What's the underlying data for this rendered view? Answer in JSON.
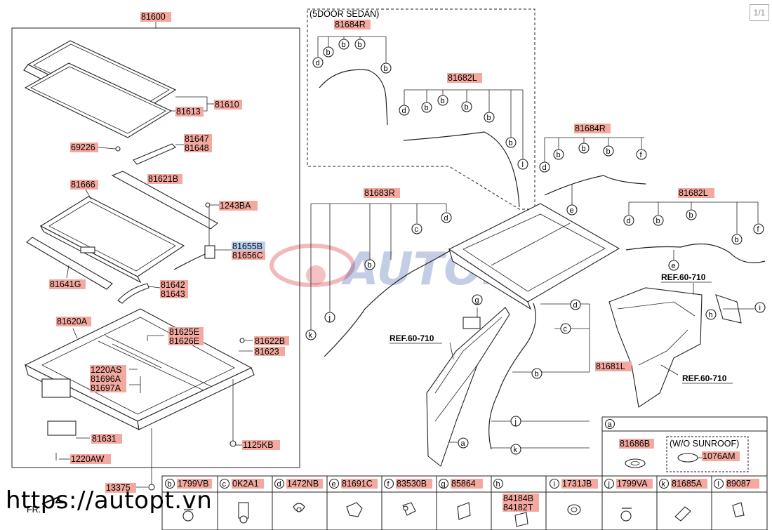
{
  "page_indicator": "1/1",
  "variant_label": "(5DOOR SEDAN)",
  "watermark": "AUTOPT",
  "site_url": "https://autopt.vn",
  "fr_label": "FR.",
  "parts": {
    "assembly": "81600",
    "glass": "81610",
    "seal": "81613",
    "screw_69226": "69226",
    "bracket_a": "81647",
    "bracket_b": "81648",
    "shade": "81666",
    "deflector": "81621B",
    "bolt_1243": "1243BA",
    "motor_a": "81655B",
    "motor_b": "81656C",
    "drain_seal": "81641G",
    "cable_a": "81642",
    "cable_b": "81643",
    "frame": "81620A",
    "rail_a": "81625E",
    "rail_b": "81626E",
    "clip_a": "81622B",
    "clip_b": "81623",
    "screw_1220": "1220AS",
    "nut_a": "81696A",
    "nut_b": "81697A",
    "drive": "81631",
    "bolt_1220aw": "1220AW",
    "bolt_1125": "1125KB",
    "grommet": "13375",
    "hose_sedan": "81684R",
    "hose_sedan_l": "81682L",
    "hose_r_front": "81684R",
    "hose_r_rear": "81683R",
    "hose_l_rear": "81682L",
    "hose_l_front": "81681L",
    "ref_a": "REF.60-710",
    "ref_b": "REF.60-710",
    "ref_c": "REF.60-710"
  },
  "legend": {
    "a_key": "a",
    "a_part": "81686B",
    "wo_label": "(W/O SUNROOF)",
    "wo_part": "1076AM",
    "items": [
      {
        "key": "b",
        "code": "1799VB"
      },
      {
        "key": "c",
        "code": "0K2A1"
      },
      {
        "key": "d",
        "code": "1472NB"
      },
      {
        "key": "e",
        "code": "81691C"
      },
      {
        "key": "f",
        "code": "83530B"
      },
      {
        "key": "g",
        "code": "85864"
      },
      {
        "key": "h",
        "code": "84184B",
        "code2": "84182T"
      },
      {
        "key": "i",
        "code": "1731JB"
      },
      {
        "key": "j",
        "code": "1799VA"
      },
      {
        "key": "k",
        "code": "81685A"
      },
      {
        "key": "l",
        "code": "89087"
      }
    ]
  },
  "colors": {
    "label_bg": "#f4a9a0",
    "highlight_bg": "#b9cff0",
    "watermark_blue": "#2a4ea8",
    "watermark_red": "#d9363e"
  }
}
